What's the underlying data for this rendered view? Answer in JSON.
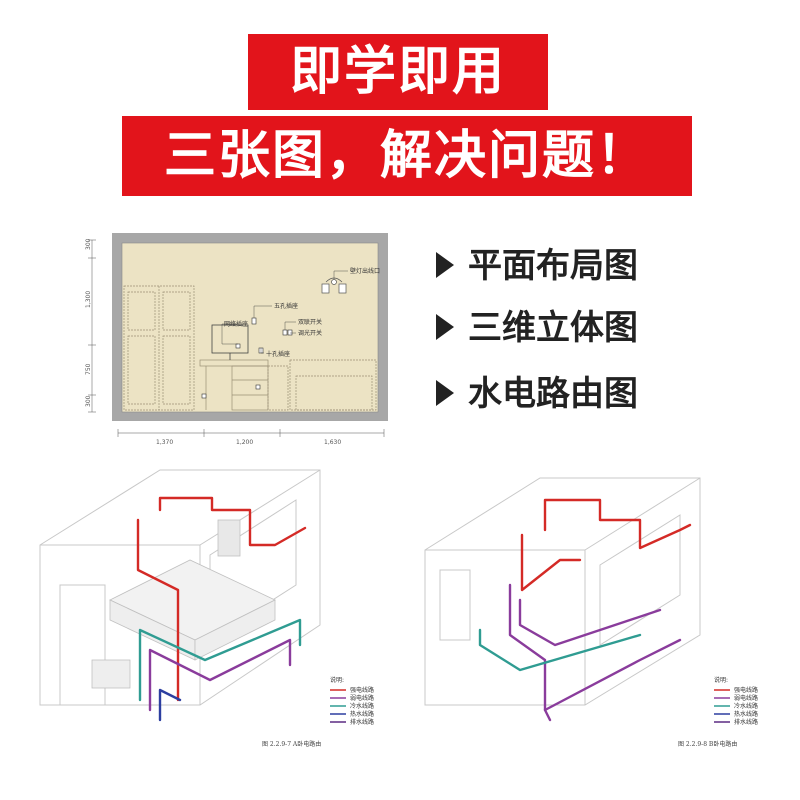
{
  "banners": {
    "line1": "即学即用",
    "line2": "三张图，解决问题！"
  },
  "bullets": [
    {
      "label": "平面布局图",
      "icon": "triangle-right-icon"
    },
    {
      "label": "三维立体图",
      "icon": "triangle-right-icon"
    },
    {
      "label": "水电路由图",
      "icon": "triangle-right-icon"
    }
  ],
  "elevation": {
    "labels": {
      "wall_lamp": "壁灯出线口",
      "five_hole": "五孔插座",
      "network": "网络插座",
      "double_switch": "双联开关",
      "dimmer": "调光开关",
      "ten_hole": "十孔插座"
    },
    "vertical_dims": [
      "300",
      "1,300",
      "750",
      "300"
    ],
    "horizontal_dims": [
      "1,370",
      "1,200",
      "1,630"
    ]
  },
  "diagram_a": {
    "legend_title": "说明:",
    "legend": [
      "强电线路",
      "弱电线路",
      "冷水线路",
      "热水线路",
      "排水线路"
    ],
    "caption": "图 2.2.9-7  A卧电路由"
  },
  "diagram_b": {
    "legend_title": "说明:",
    "legend": [
      "强电线路",
      "弱电线路",
      "冷水线路",
      "热水线路",
      "排水线路"
    ],
    "caption": "图 2.2.9-8  B卧电路由"
  },
  "colors": {
    "banner_red": "#e2141b",
    "wall": "#ece3c4",
    "red_line": "#d42a26",
    "purple_line": "#8a3c9c",
    "teal_line": "#2f9c92",
    "blue_line": "#2c3ea0"
  }
}
